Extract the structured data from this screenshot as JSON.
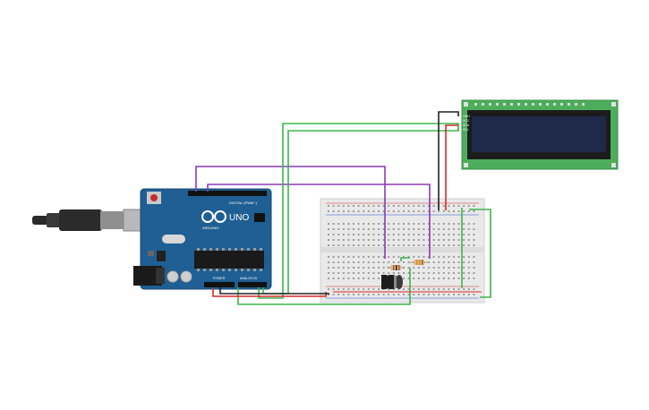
{
  "arduino": {
    "logo_text": "UNO",
    "brand_text": "ARDUINO",
    "digital_label": "DIGITAL (PWM~)",
    "power_label": "POWER",
    "analog_label": "ANALOG IN",
    "board_color": "#1f5f93"
  },
  "lcd": {
    "pin_labels": [
      "GND",
      "VCC",
      "SDA",
      "SCL"
    ],
    "pcb_color": "#4cae5a",
    "screen_color": "#1f2a4a"
  },
  "wire_colors": {
    "purple": "#8a3ab9",
    "green": "#3cb54a",
    "red": "#d62a2a",
    "black": "#222222"
  },
  "icons": {
    "usb": "usb-cable-icon",
    "power_jack": "dc-jack-icon",
    "reset": "reset-button-icon",
    "capacitor": "capacitor-icon",
    "resistor": "resistor-icon"
  }
}
